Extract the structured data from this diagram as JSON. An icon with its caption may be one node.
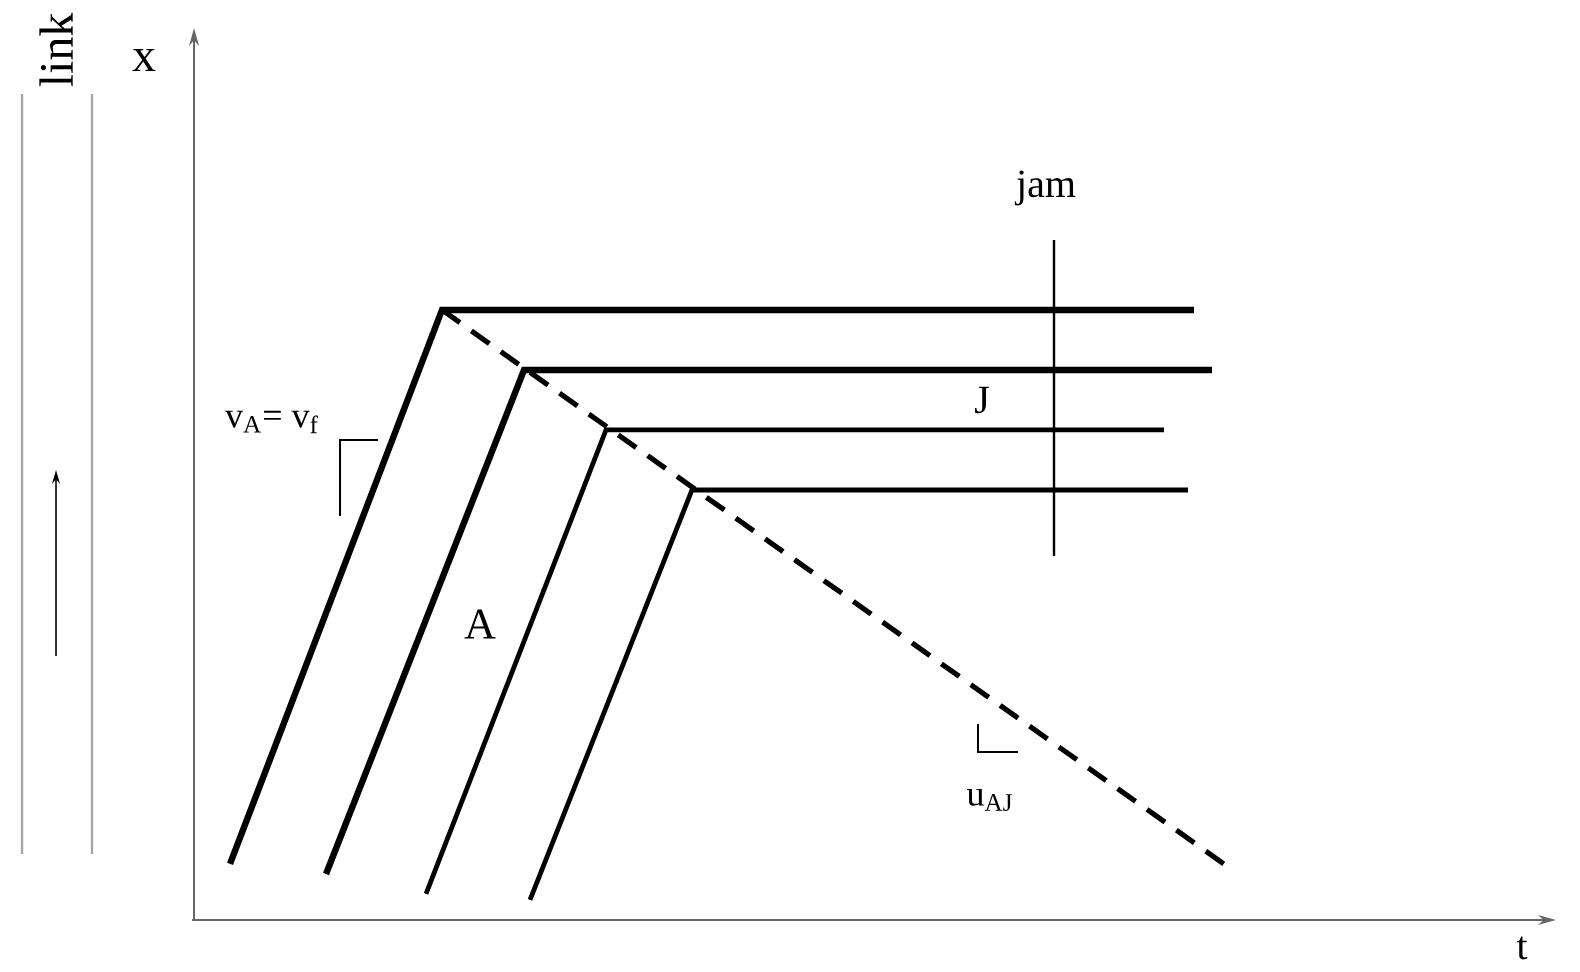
{
  "diagram": {
    "labels": [
      "link",
      "x",
      "jam",
      "v$_{A}$= v$_{f}$",
      "J",
      "A",
      "u$_{AJ}$",
      "t"
    ]
  }
}
